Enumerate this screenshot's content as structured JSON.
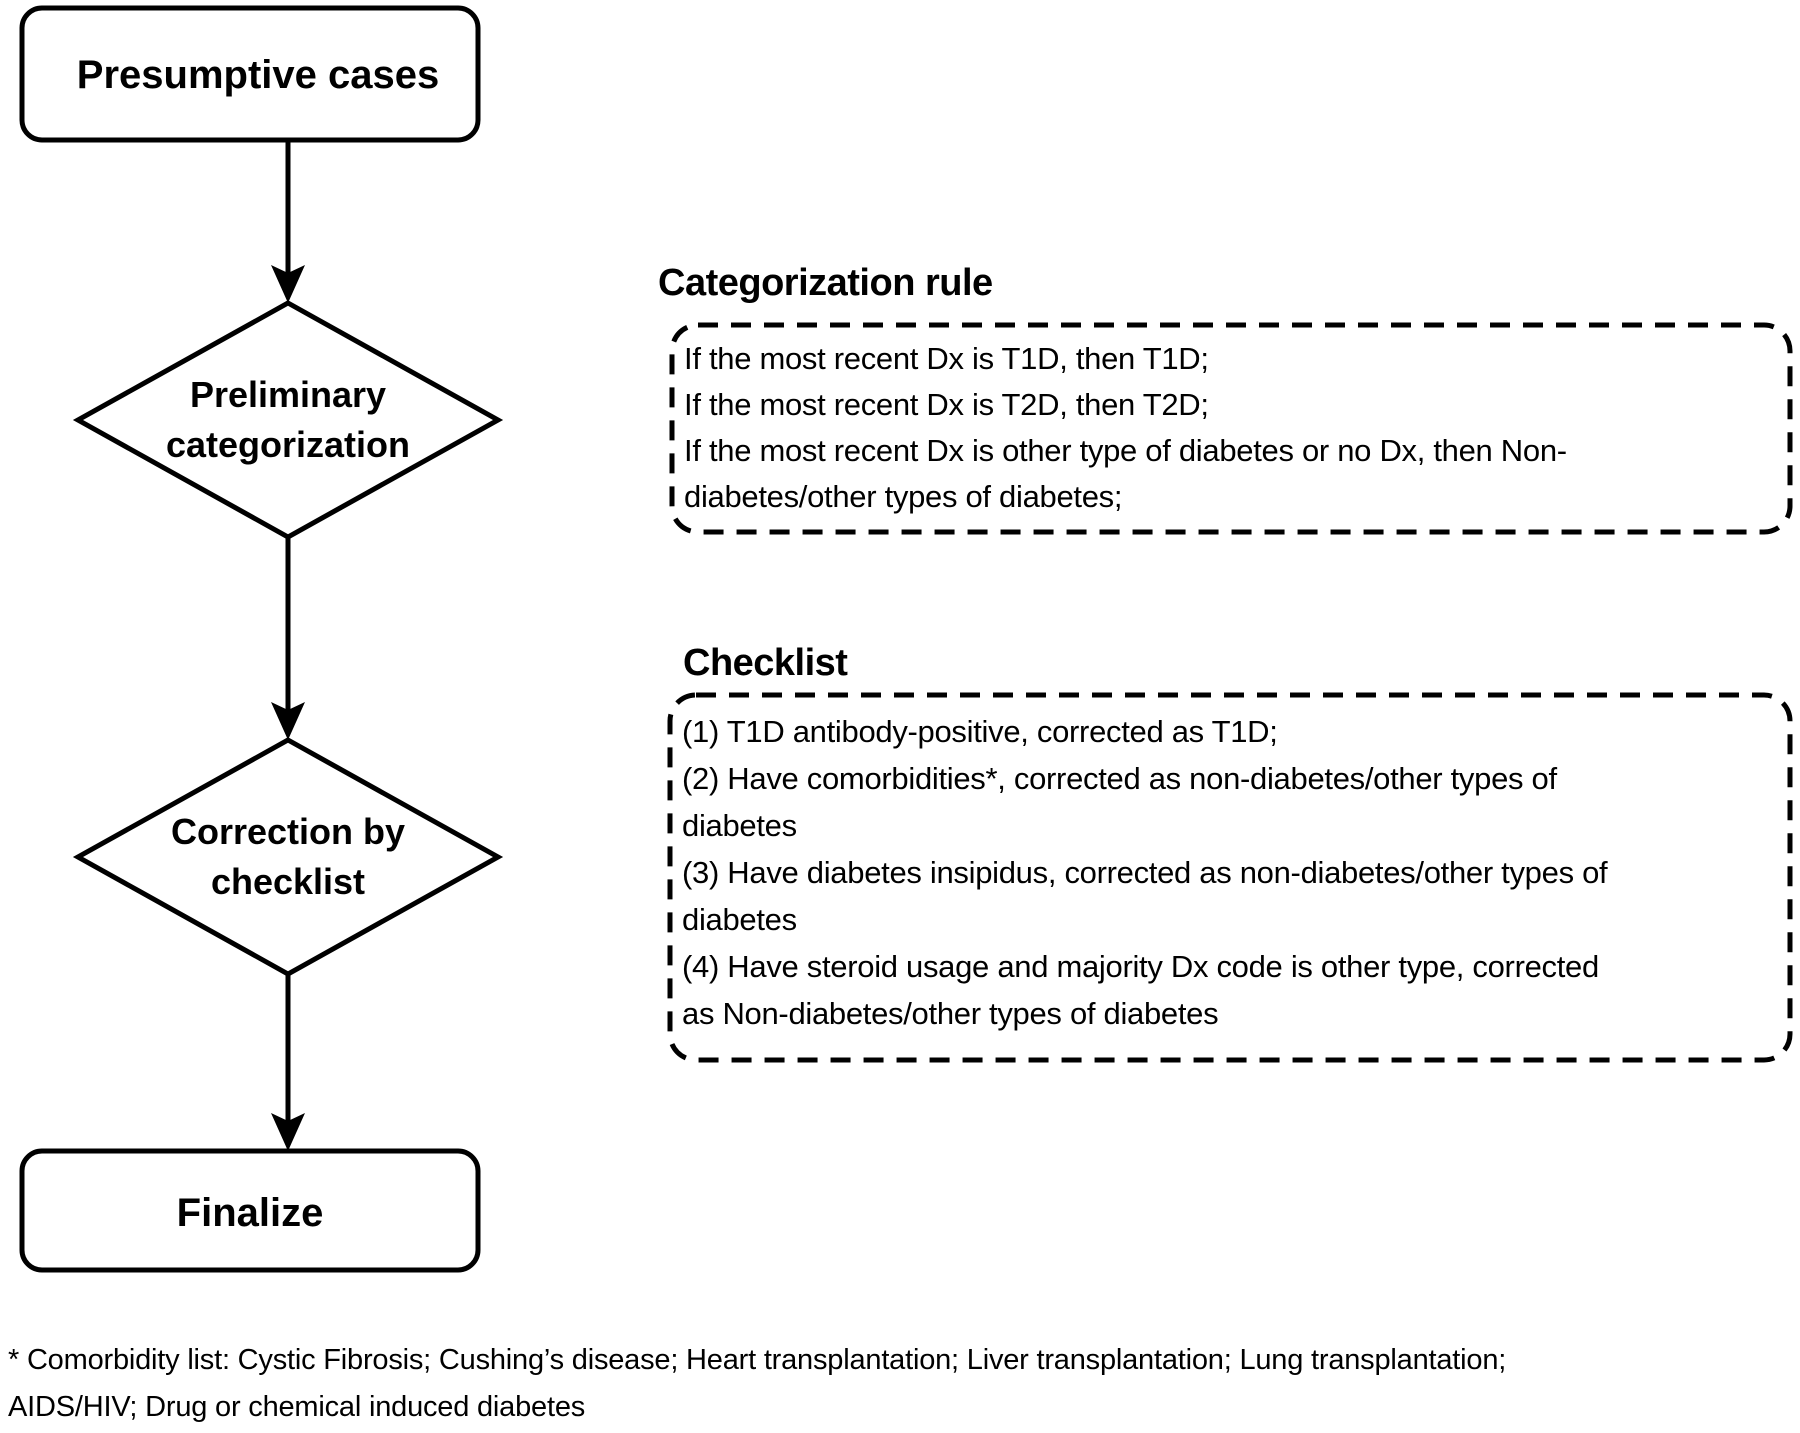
{
  "figure": {
    "flowchart": {
      "start": "Presumptive cases",
      "decision1_line1": "Preliminary",
      "decision1_line2": "categorization",
      "decision2_line1": "Correction by",
      "decision2_line2": "checklist",
      "end": "Finalize"
    },
    "categorization_rule": {
      "title": "Categorization rule",
      "body": "If the most recent Dx is T1D, then T1D;\nIf the most recent Dx is T2D, then T2D;\nIf the most recent Dx is other type of diabetes or no Dx, then Non-\ndiabetes/other types of diabetes;"
    },
    "checklist": {
      "title": "Checklist",
      "body": "(1) T1D antibody-positive, corrected as T1D;\n(2) Have comorbidities*, corrected as non-diabetes/other types of\ndiabetes\n(3) Have diabetes insipidus, corrected as non-diabetes/other types of\ndiabetes\n(4) Have steroid usage and majority Dx code is other type, corrected\nas Non-diabetes/other types of diabetes"
    },
    "footnote": "* Comorbidity list: Cystic Fibrosis; Cushing’s disease; Heart transplantation; Liver transplantation; Lung transplantation;\nAIDS/HIV; Drug or chemical induced diabetes",
    "colors": {
      "ink": "#000000",
      "paper": "#ffffff"
    }
  }
}
